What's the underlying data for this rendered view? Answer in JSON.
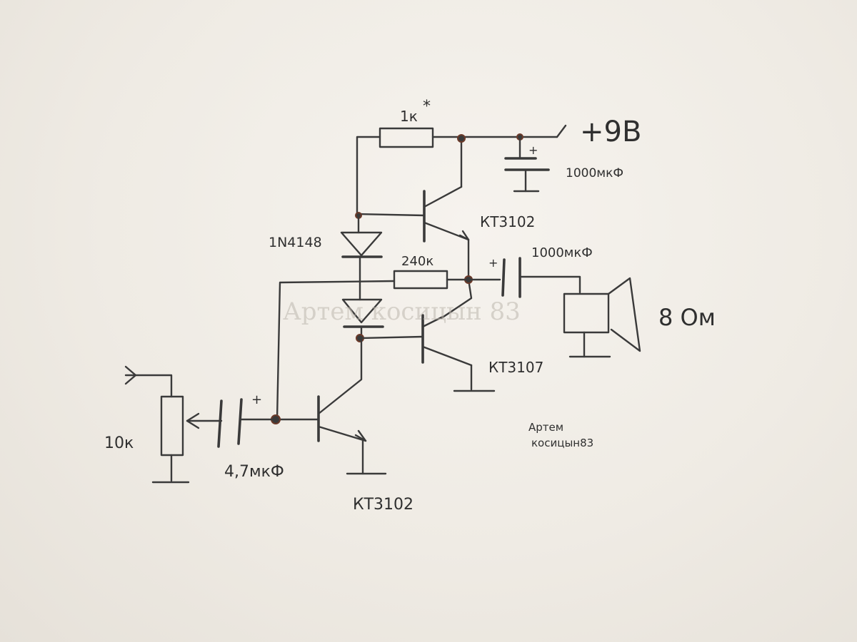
{
  "labels": {
    "r1": "1к",
    "r1_mark": "*",
    "supply": "+9В",
    "c_supply": "1000мкФ",
    "q_top": "КТ3102",
    "diode": "1N4148",
    "r2": "240к",
    "c_out": "1000мкФ",
    "speaker": "8 Ом",
    "q_mid": "КТ3107",
    "pot": "10к",
    "c_in": "4,7мкФ",
    "q_bottom": "КТ3102",
    "author": "Артем",
    "author2": "косицын83",
    "plus_c_supply": "+",
    "plus_c_out": "+",
    "plus_c_in": "+"
  },
  "watermark": "Артем косицын 83",
  "colors": {
    "ink": "#3a3a3a",
    "paper": "#f2efe9",
    "junction": "#6b3a2a"
  }
}
